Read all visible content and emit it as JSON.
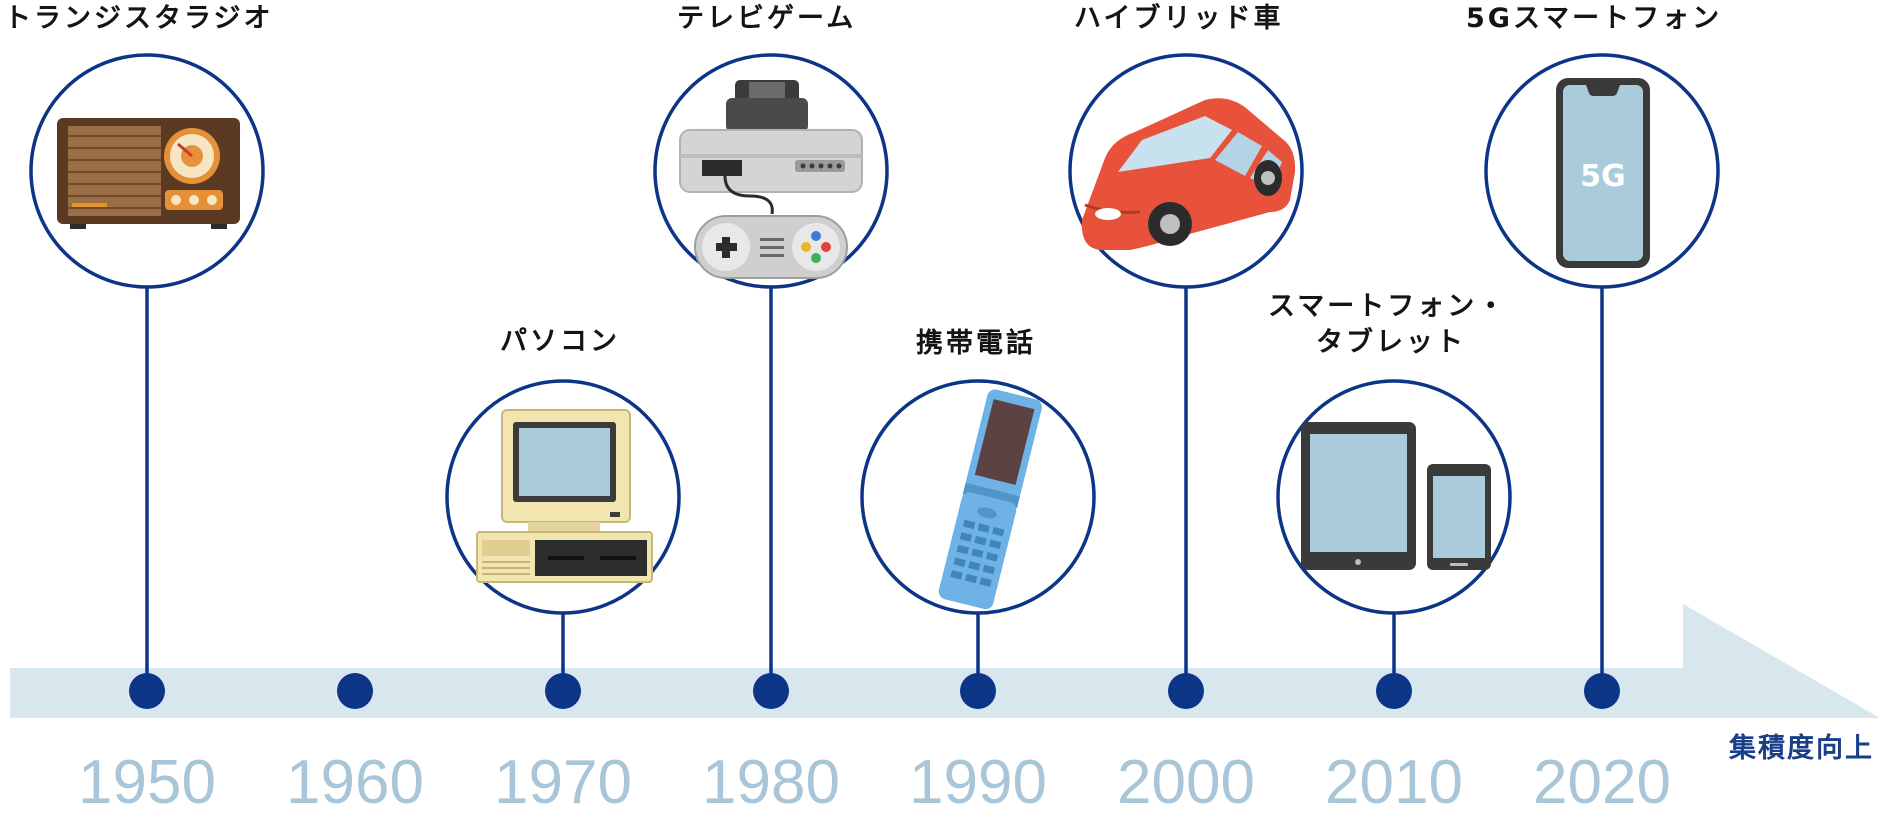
{
  "timeline": {
    "direction_label": "集積度向上",
    "years": [
      "1950",
      "1960",
      "1970",
      "1980",
      "1990",
      "2000",
      "2010",
      "2020"
    ]
  },
  "items": [
    {
      "label": "トランジスタラジオ",
      "year": "1950",
      "icon": "radio-icon"
    },
    {
      "label": "パソコン",
      "year": "1970",
      "icon": "personal-computer-icon"
    },
    {
      "label": "テレビゲーム",
      "year": "1980",
      "icon": "game-console-icon"
    },
    {
      "label": "携帯電話",
      "year": "1990",
      "icon": "flip-phone-icon"
    },
    {
      "label": "ハイブリッド車",
      "year": "2000",
      "icon": "car-icon"
    },
    {
      "label_lines": [
        "スマートフォン・",
        "タブレット"
      ],
      "year": "2010",
      "icon": "tablet-smartphone-icon"
    },
    {
      "label": "5Gスマートフォン",
      "year": "2020",
      "icon": "smartphone-5g-icon",
      "screen_text": "5G"
    }
  ],
  "colors": {
    "navy": "#0c3587",
    "axis_band": "#d8e6ee",
    "year_text": "#a9c6d9",
    "screen": "#a9cbda"
  }
}
